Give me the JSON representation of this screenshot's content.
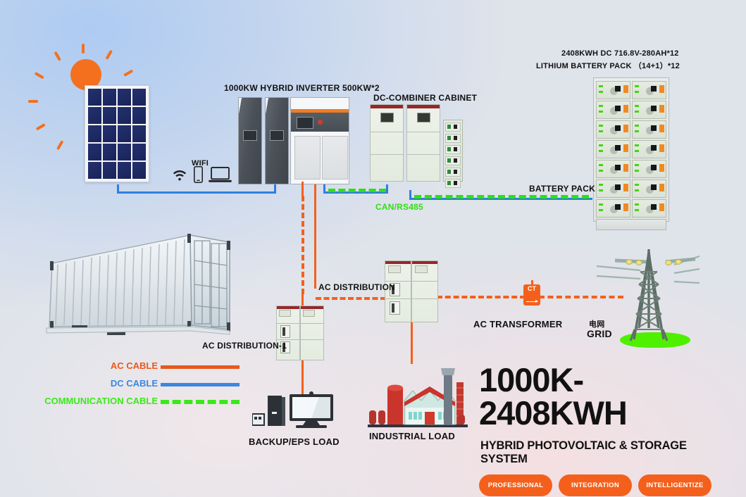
{
  "diagram": {
    "labels": {
      "battery_spec_line1": "2408KWH   DC 716.8V-280AH*12",
      "battery_spec_line2": "LITHIUM BATTERY PACK    （14+1）*12",
      "inverter": "1000KW HYBRID INVERTER 500KW*2",
      "dc_combiner": "DC-COMBINER CABINET",
      "wifi": "WIFI",
      "battery_pack": "BATTERY PACK",
      "can_rs485": "CAN/RS485",
      "ac_distribution": "AC  DISTRIBUTION",
      "ac_distribution_1": "AC DISTRIBUTION-1",
      "ac_transformer": "AC TRANSFORMER",
      "grid_cjk": "电网",
      "grid": "GRID",
      "backup_eps_load": "BACKUP/EPS LOAD",
      "industrial_load": "INDUSTRIAL LOAD",
      "ct": "CT"
    },
    "legend": [
      {
        "name": "ac-cable",
        "label": "AC CABLE",
        "color": "#e8591d",
        "style": "solid"
      },
      {
        "name": "dc-cable",
        "label": "DC CABLE",
        "color": "#3b86e0",
        "style": "solid"
      },
      {
        "name": "communication-cable",
        "label": "COMMUNICATION CABLE",
        "color": "#3ce81a",
        "style": "dashed"
      }
    ],
    "title": {
      "headline": "1000K-2408KWH",
      "subtitle": "HYBRID PHOTOVOLTAIC & STORAGE SYSTEM",
      "pills": [
        "PROFESSIONAL",
        "INTEGRATION",
        "INTELLIGENTIZE"
      ]
    },
    "colors": {
      "ac": "#f4601c",
      "dc": "#2f7fe0",
      "comm": "#2ee012",
      "accent": "#f4601c",
      "ground": "#4ef000",
      "panel_cell": "#25306e"
    }
  }
}
